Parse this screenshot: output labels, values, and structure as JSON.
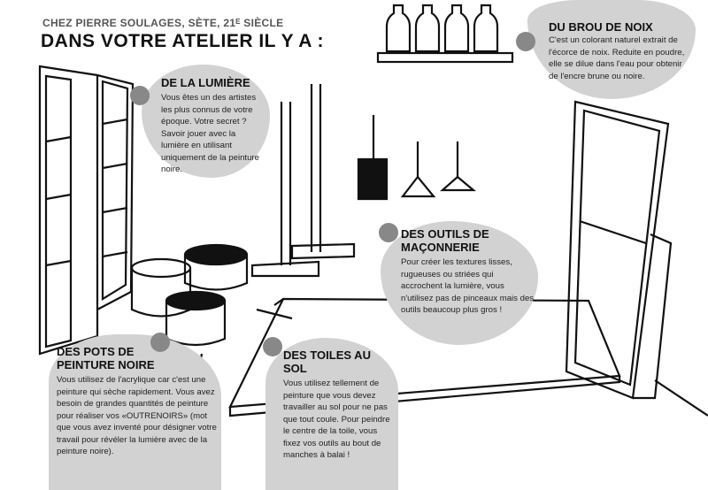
{
  "header": {
    "subtitle": "CHEZ PIERRE SOULAGES, SÈTE, 21ᴱ SIÈCLE",
    "title": "DANS VOTRE ATELIER IL Y A :"
  },
  "bubbles": {
    "lumiere": {
      "heading": "DE LA LUMIÈRE",
      "text": "Vous êtes un des artistes les plus connus de votre époque. Votre secret ? Savoir jouer avec la lumière en utilisant uniquement de la peinture noire."
    },
    "brou": {
      "heading": "DU BROU DE NOIX",
      "text": "C'est un colorant naturel extrait de l'écorce de noix. Reduite en poudre, elle se dilue dans l'eau pour obtenir de l'encre brune ou noire."
    },
    "outils": {
      "heading": "DES OUTILS DE MAÇONNERIE",
      "text": "Pour créer les textures lisses, rugueuses ou striées qui accrochent la lumière, vous n'utilisez pas de pinceaux mais des outils beaucoup plus gros !"
    },
    "pots": {
      "heading": "DES POTS DE PEINTURE NOIRE",
      "text": "Vous utilisez de l'acrylique car c'est une peinture qui sèche rapidement.  Vous avez besoin de grandes quantités de peinture pour réaliser vos «OUTRENOIRS» (mot que vous avez inventé pour désigner votre travail pour révéler la lumière avec de la peinture noire)."
    },
    "toiles": {
      "heading": "DES TOILES AU SOL",
      "text": "Vous utilisez tellement de peinture que vous devez travailler au sol pour ne pas que tout coule. Pour peindre le centre de la toile, vous fixez vos outils au bout de manches à balai !"
    }
  },
  "colors": {
    "bubble": "#d2d2d2",
    "dot": "#888888"
  }
}
